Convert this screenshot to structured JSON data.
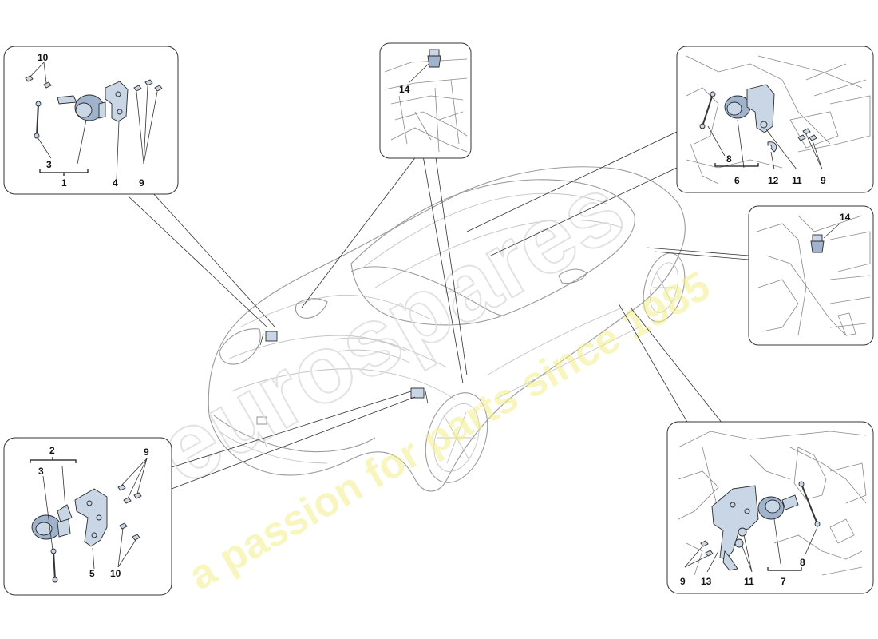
{
  "watermark": {
    "brand": "eurospares",
    "tagline": "a passion for parts since 1985"
  },
  "callouts": {
    "top_left": {
      "n10": "10",
      "n3": "3",
      "n1": "1",
      "n4": "4",
      "n9": "9"
    },
    "top_center": {
      "n14": "14"
    },
    "top_right": {
      "n8": "8",
      "n6": "6",
      "n12": "12",
      "n11": "11",
      "n9": "9"
    },
    "mid_right": {
      "n14": "14"
    },
    "bottom_left": {
      "n2": "2",
      "n3": "3",
      "n9": "9",
      "n5": "5",
      "n10": "10"
    },
    "bottom_right": {
      "n9": "9",
      "n13": "13",
      "n11": "11",
      "n7": "7",
      "n8": "8"
    }
  },
  "colors": {
    "part_fill": "#c9d6e6",
    "watermark_text": "#f3f08a",
    "outline": "#333333"
  }
}
